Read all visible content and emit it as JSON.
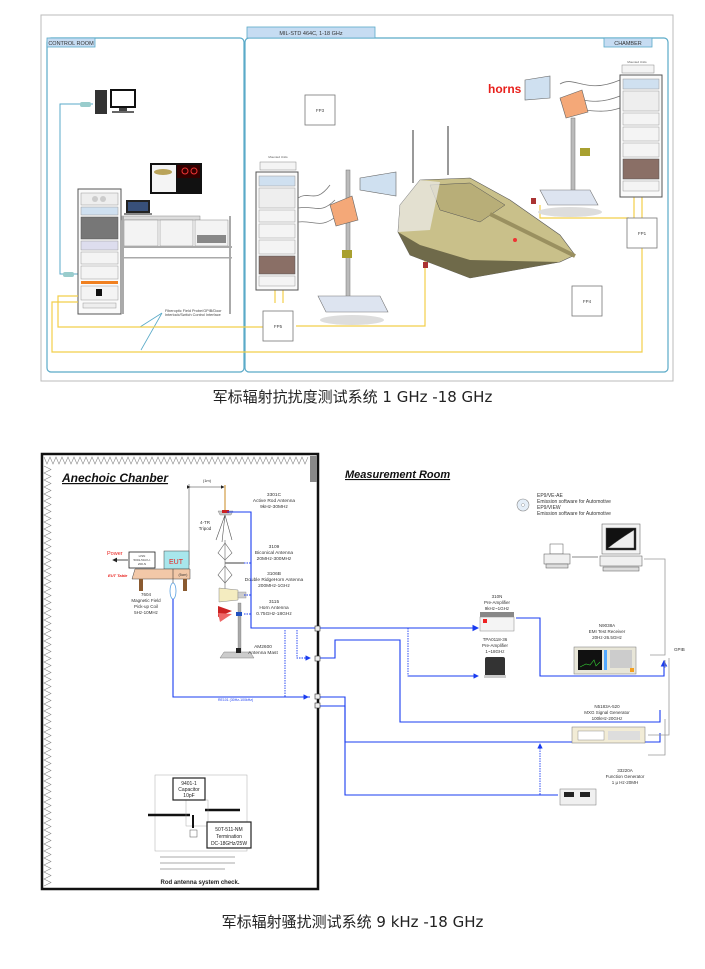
{
  "figure1": {
    "banner": "MIL-STD 464C, 1-18 GHz",
    "control_room_label": "CONTROL ROOM",
    "chamber_label": "CHAMBER",
    "horns_label": "horns",
    "feedthrough_labels": [
      "FP3",
      "FP1",
      "FP4",
      "FP5"
    ],
    "rack_top_label": "Mounted Units",
    "fiber_note_line1": "Fiberoptic Field Probe/GPIB/Door",
    "fiber_note_line2": "Interlock/Switch Control Interface",
    "caption": "军标辐射抗扰度测试系统 1 GHz -18 GHz"
  },
  "figure2": {
    "chamber_title": "Anechoic Chanber",
    "room_title": "Measurement Room",
    "distance_1m": "(1m)",
    "tripod_line1": "4-TR",
    "tripod_line2": "Tripod",
    "antennas": [
      {
        "model": "3301C",
        "name": "Active Rod Antenna",
        "range": "9kHz-30MHz"
      },
      {
        "model": "3109",
        "name": "Biconical Antenna",
        "range": "20MHz-300MHz"
      },
      {
        "model": "3106B",
        "name": "Double RidgeHorn Antenna",
        "range": "200MHz-1GHz"
      },
      {
        "model": "3115",
        "name": "Horn Antenna",
        "range": "0.75GHz-18GHz"
      }
    ],
    "mast_line1": "AM2600",
    "mast_line2": "Antenna Mast",
    "power_label": "Power",
    "lisn_lines": [
      "LISN",
      "5001-50-FU-",
      "200-N"
    ],
    "eut_label": "EUT",
    "eut_table_label": "EUT Table",
    "distance_5cm": "(5cm)",
    "coil": {
      "model": "7604",
      "name1": "Magnetic Field",
      "name2": "Pick-up Coil",
      "range": "5Hz-10MHz"
    },
    "re101_label": "RE101 (30Hz-100kHz)",
    "software": [
      {
        "name": "EP9/VE-AE",
        "desc": "Emission software for Automotive"
      },
      {
        "name": "EP9/VIEW",
        "desc": "Emission software for Automotive"
      }
    ],
    "gpib_label": "GPIB",
    "preamp1": {
      "model": "310N",
      "name": "Pre-Amplifier",
      "range": "9kHz~1GHz"
    },
    "preamp2": {
      "model": "TPA0118-36",
      "name": "Pre-Amplifier",
      "range": "1~18GHz"
    },
    "receiver": {
      "model": "N9038A",
      "name": "EMI Test Receiver",
      "range": "20Hz-26.5GHz"
    },
    "siggen": {
      "model": "N5183A-520",
      "name": "MXG Signal Generator",
      "range": "100kHz-20GHz"
    },
    "funcgen": {
      "model": "33220A",
      "name": "Function Generator",
      "range": "1 μ Hz-20MH"
    },
    "rod_check": {
      "capacitor_lines": [
        "9401-1",
        "Capacitor",
        "10pF"
      ],
      "termination_lines": [
        "50T-511-NM",
        "Termination",
        "DC-18GHz/25W"
      ],
      "title": "Rod antenna system check."
    },
    "caption": "军标辐射骚扰测试系统 9 kHz -18 GHz"
  },
  "colors": {
    "frame_blue": "#5aaac8",
    "banner_fill": "#c6dcf2",
    "fiber_yellow": "#f2cf4a",
    "signal_blue": "#1a3cf0",
    "horns_red": "#e8201c",
    "eut_fill": "#a8e6ec",
    "table_fill": "#f2c8a8",
    "power_red": "#e8201c"
  }
}
